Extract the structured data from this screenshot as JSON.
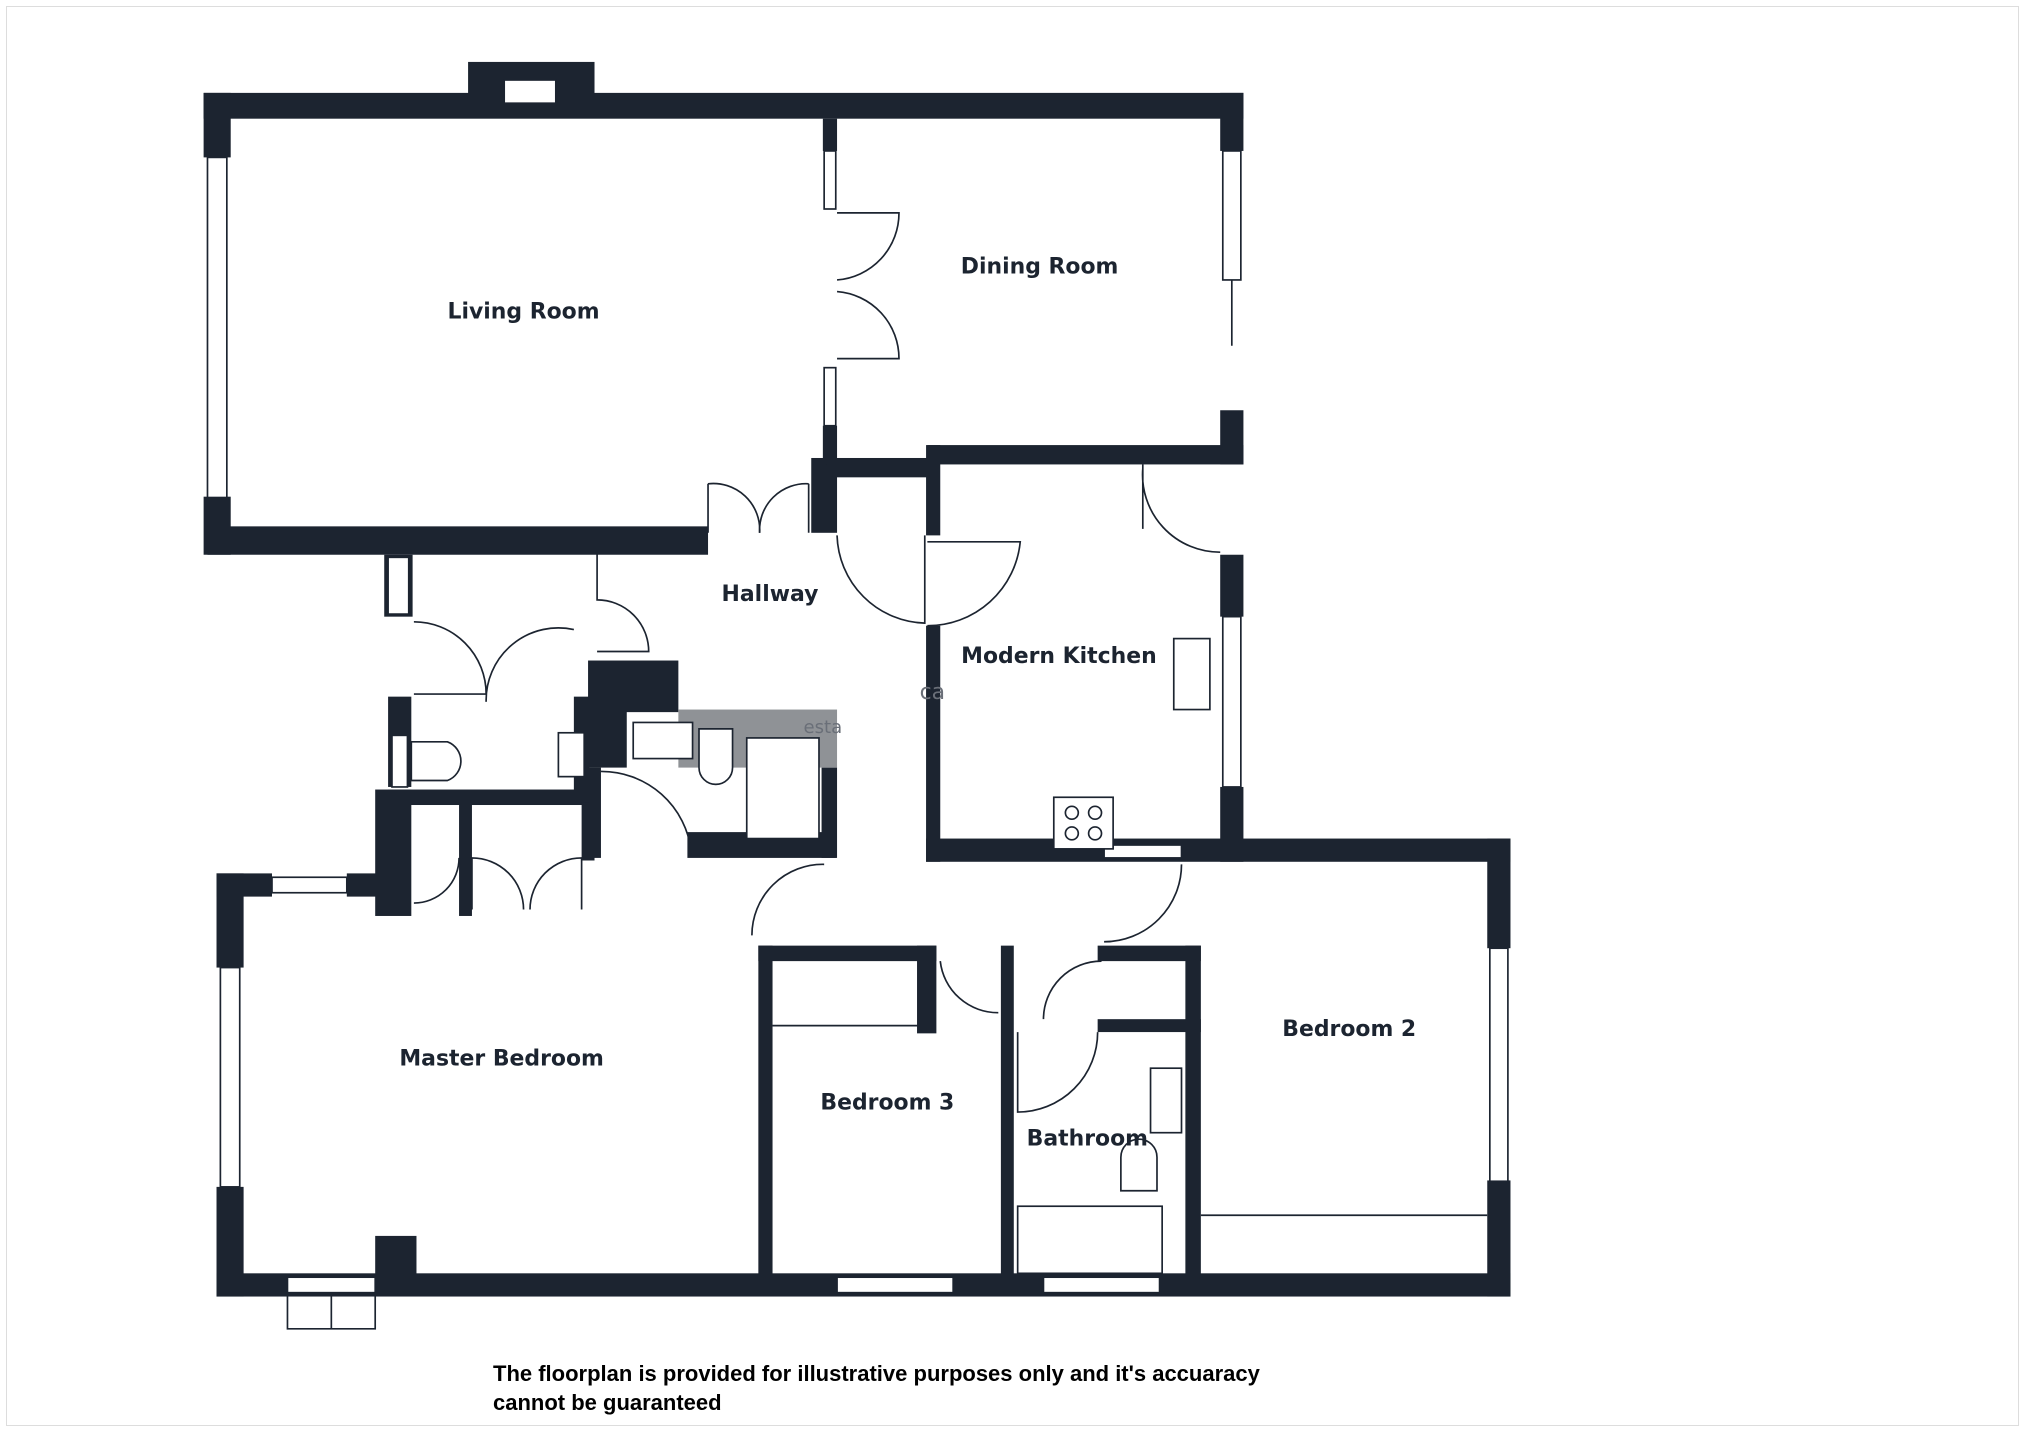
{
  "floorplan": {
    "rooms": [
      {
        "id": "living",
        "label": "Living Room"
      },
      {
        "id": "dining",
        "label": "Dining Room"
      },
      {
        "id": "hallway",
        "label": "Hallway"
      },
      {
        "id": "kitchen",
        "label": "Modern Kitchen"
      },
      {
        "id": "master",
        "label": "Master Bedroom"
      },
      {
        "id": "bed3",
        "label": "Bedroom 3"
      },
      {
        "id": "bathroom",
        "label": "Bathroom"
      },
      {
        "id": "bed2",
        "label": "Bedroom 2"
      }
    ],
    "watermark_fragments": [
      "esta",
      "ca"
    ],
    "colors": {
      "wall": "#1c2430",
      "background": "#ffffff",
      "watermark": "#8a8d92"
    }
  },
  "disclaimer": {
    "line1": "The floorplan is provided for illustrative purposes only and it's accuaracy",
    "line2": "cannot be guaranteed"
  }
}
